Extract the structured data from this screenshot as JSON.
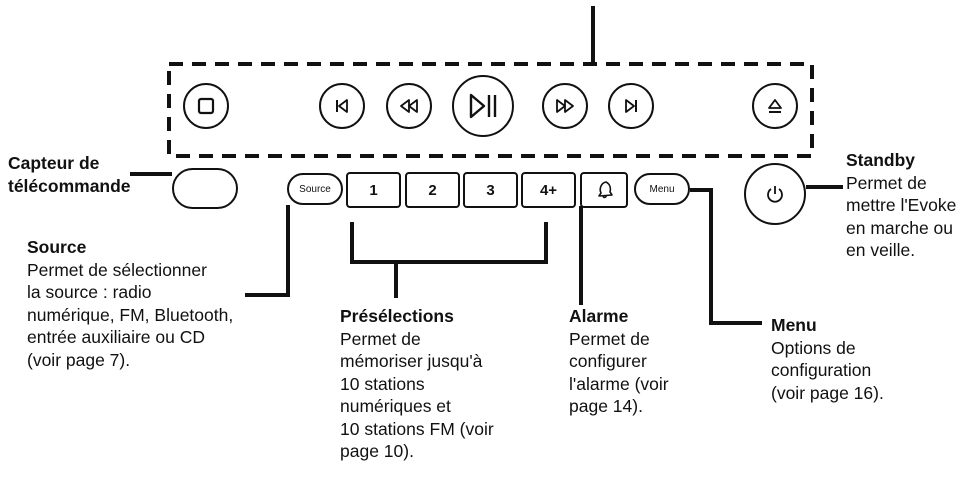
{
  "controls": {
    "source": "Source",
    "preset_1": "1",
    "preset_2": "2",
    "preset_3": "3",
    "preset_4": "4+",
    "menu": "Menu"
  },
  "callouts": {
    "ir": {
      "title": "Capteur de\ntélécommande"
    },
    "source": {
      "title": "Source",
      "desc": "Permet de sélectionner\nla source : radio\nnumérique, FM, Bluetooth,\nentrée auxiliaire ou CD\n(voir page 7)."
    },
    "presets": {
      "title": "Présélections",
      "desc": "Permet de\nmémoriser jusqu'à\n10 stations\nnumériques et\n10 stations FM (voir\npage 10)."
    },
    "alarm": {
      "title": "Alarme",
      "desc": "Permet de\nconfigurer\nl'alarme (voir\npage 14)."
    },
    "menu": {
      "title": "Menu",
      "desc": "Options de\nconfiguration\n(voir page 16)."
    },
    "standby": {
      "title": "Standby",
      "desc": "Permet de\nmettre l'Evoke\nen marche ou\nen veille."
    }
  },
  "icons": [
    "stop-icon",
    "skip-back-icon",
    "rewind-icon",
    "play-pause-icon",
    "fast-forward-icon",
    "skip-forward-icon",
    "eject-icon",
    "bell-icon",
    "power-icon"
  ]
}
